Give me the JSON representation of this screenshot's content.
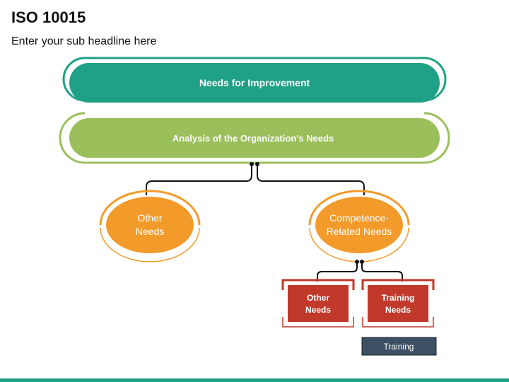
{
  "header": {
    "title": "ISO 10015",
    "subtitle": "Enter your sub headline here"
  },
  "colors": {
    "teal": "#1fa187",
    "green": "#9bbf5b",
    "orange": "#f39b2a",
    "red": "#c0392b",
    "slate": "#3d4f63"
  },
  "diagram": {
    "needs_improvement": "Needs for Improvement",
    "analysis": "Analysis of the Organization’s Needs",
    "other_needs_line1": "Other",
    "other_needs_line2": "Needs",
    "competence_line1": "Competence-",
    "competence_line2": "Related Needs",
    "sub_other_line1": "Other",
    "sub_other_line2": "Needs",
    "training_needs_line1": "Training",
    "training_needs_line2": "Needs",
    "training": "Training"
  }
}
